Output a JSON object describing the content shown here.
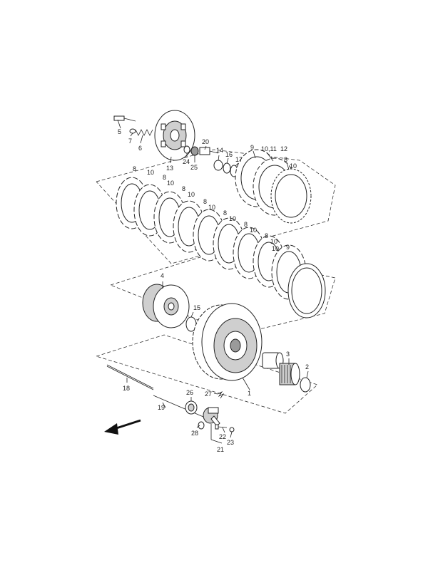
{
  "labels": {
    "l1": "1",
    "l2": "2",
    "l3": "3",
    "l4": "4",
    "l5": "5",
    "l6": "6",
    "l7": "7",
    "l8a": "8",
    "l8b": "8",
    "l8c": "8",
    "l8d": "8",
    "l8e": "8",
    "l8f": "8",
    "l8g": "8",
    "l8h": "8",
    "l9a": "9",
    "l9b": "9",
    "l10a": "10",
    "l10b": "10",
    "l10c": "10",
    "l10d": "10",
    "l10e": "10",
    "l10f": "10",
    "l10g": "10",
    "l10h": "10",
    "l10i": "10",
    "l1011": "10,11",
    "l12": "12",
    "l13": "13",
    "l14": "14",
    "l15": "15",
    "l16": "16",
    "l17": "17",
    "l18": "18",
    "l19": "19",
    "l20": "20",
    "l21": "21",
    "l22": "22",
    "l23": "23",
    "l24": "24",
    "l25": "25",
    "l26": "26",
    "l27": "27",
    "l28": "28"
  },
  "colors": {
    "ink": "#222222",
    "fill": "#cfcfcf",
    "dark": "#9a9a9a"
  },
  "icons": {
    "direction": "arrow-left-down-icon"
  }
}
